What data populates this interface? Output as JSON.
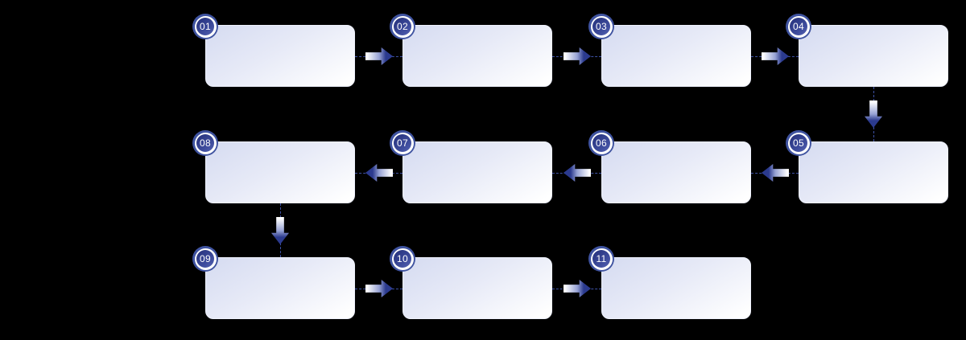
{
  "diagram": {
    "type": "flowchart-snake",
    "background": "#000000",
    "steps": [
      {
        "id": "step-01",
        "number": "01",
        "row": 0,
        "col": 0
      },
      {
        "id": "step-02",
        "number": "02",
        "row": 0,
        "col": 1
      },
      {
        "id": "step-03",
        "number": "03",
        "row": 0,
        "col": 2
      },
      {
        "id": "step-04",
        "number": "04",
        "row": 0,
        "col": 3
      },
      {
        "id": "step-05",
        "number": "05",
        "row": 1,
        "col": 3
      },
      {
        "id": "step-06",
        "number": "06",
        "row": 1,
        "col": 2
      },
      {
        "id": "step-07",
        "number": "07",
        "row": 1,
        "col": 1
      },
      {
        "id": "step-08",
        "number": "08",
        "row": 1,
        "col": 0
      },
      {
        "id": "step-09",
        "number": "09",
        "row": 2,
        "col": 0
      },
      {
        "id": "step-10",
        "number": "10",
        "row": 2,
        "col": 1
      },
      {
        "id": "step-11",
        "number": "11",
        "row": 2,
        "col": 2
      }
    ],
    "connectors": [
      {
        "from": "01",
        "to": "02",
        "direction": "right"
      },
      {
        "from": "02",
        "to": "03",
        "direction": "right"
      },
      {
        "from": "03",
        "to": "04",
        "direction": "right"
      },
      {
        "from": "04",
        "to": "05",
        "direction": "down"
      },
      {
        "from": "05",
        "to": "06",
        "direction": "left"
      },
      {
        "from": "06",
        "to": "07",
        "direction": "left"
      },
      {
        "from": "07",
        "to": "08",
        "direction": "left"
      },
      {
        "from": "08",
        "to": "09",
        "direction": "down"
      },
      {
        "from": "09",
        "to": "10",
        "direction": "right"
      },
      {
        "from": "10",
        "to": "11",
        "direction": "right"
      }
    ],
    "colors": {
      "background": "#000000",
      "box_gradient_top": "#d5dbf1",
      "box_gradient_bottom": "#ffffff",
      "badge_outer_ring": "#3f53a0",
      "badge_white_ring": "#ffffff",
      "badge_fill_dark": "#28347f",
      "badge_fill_light": "#5563b1",
      "badge_text": "#ffffff",
      "arrow_light": "#ffffff",
      "arrow_dark": "#2b3a8e",
      "dashed_line": "#3e52a6"
    }
  }
}
